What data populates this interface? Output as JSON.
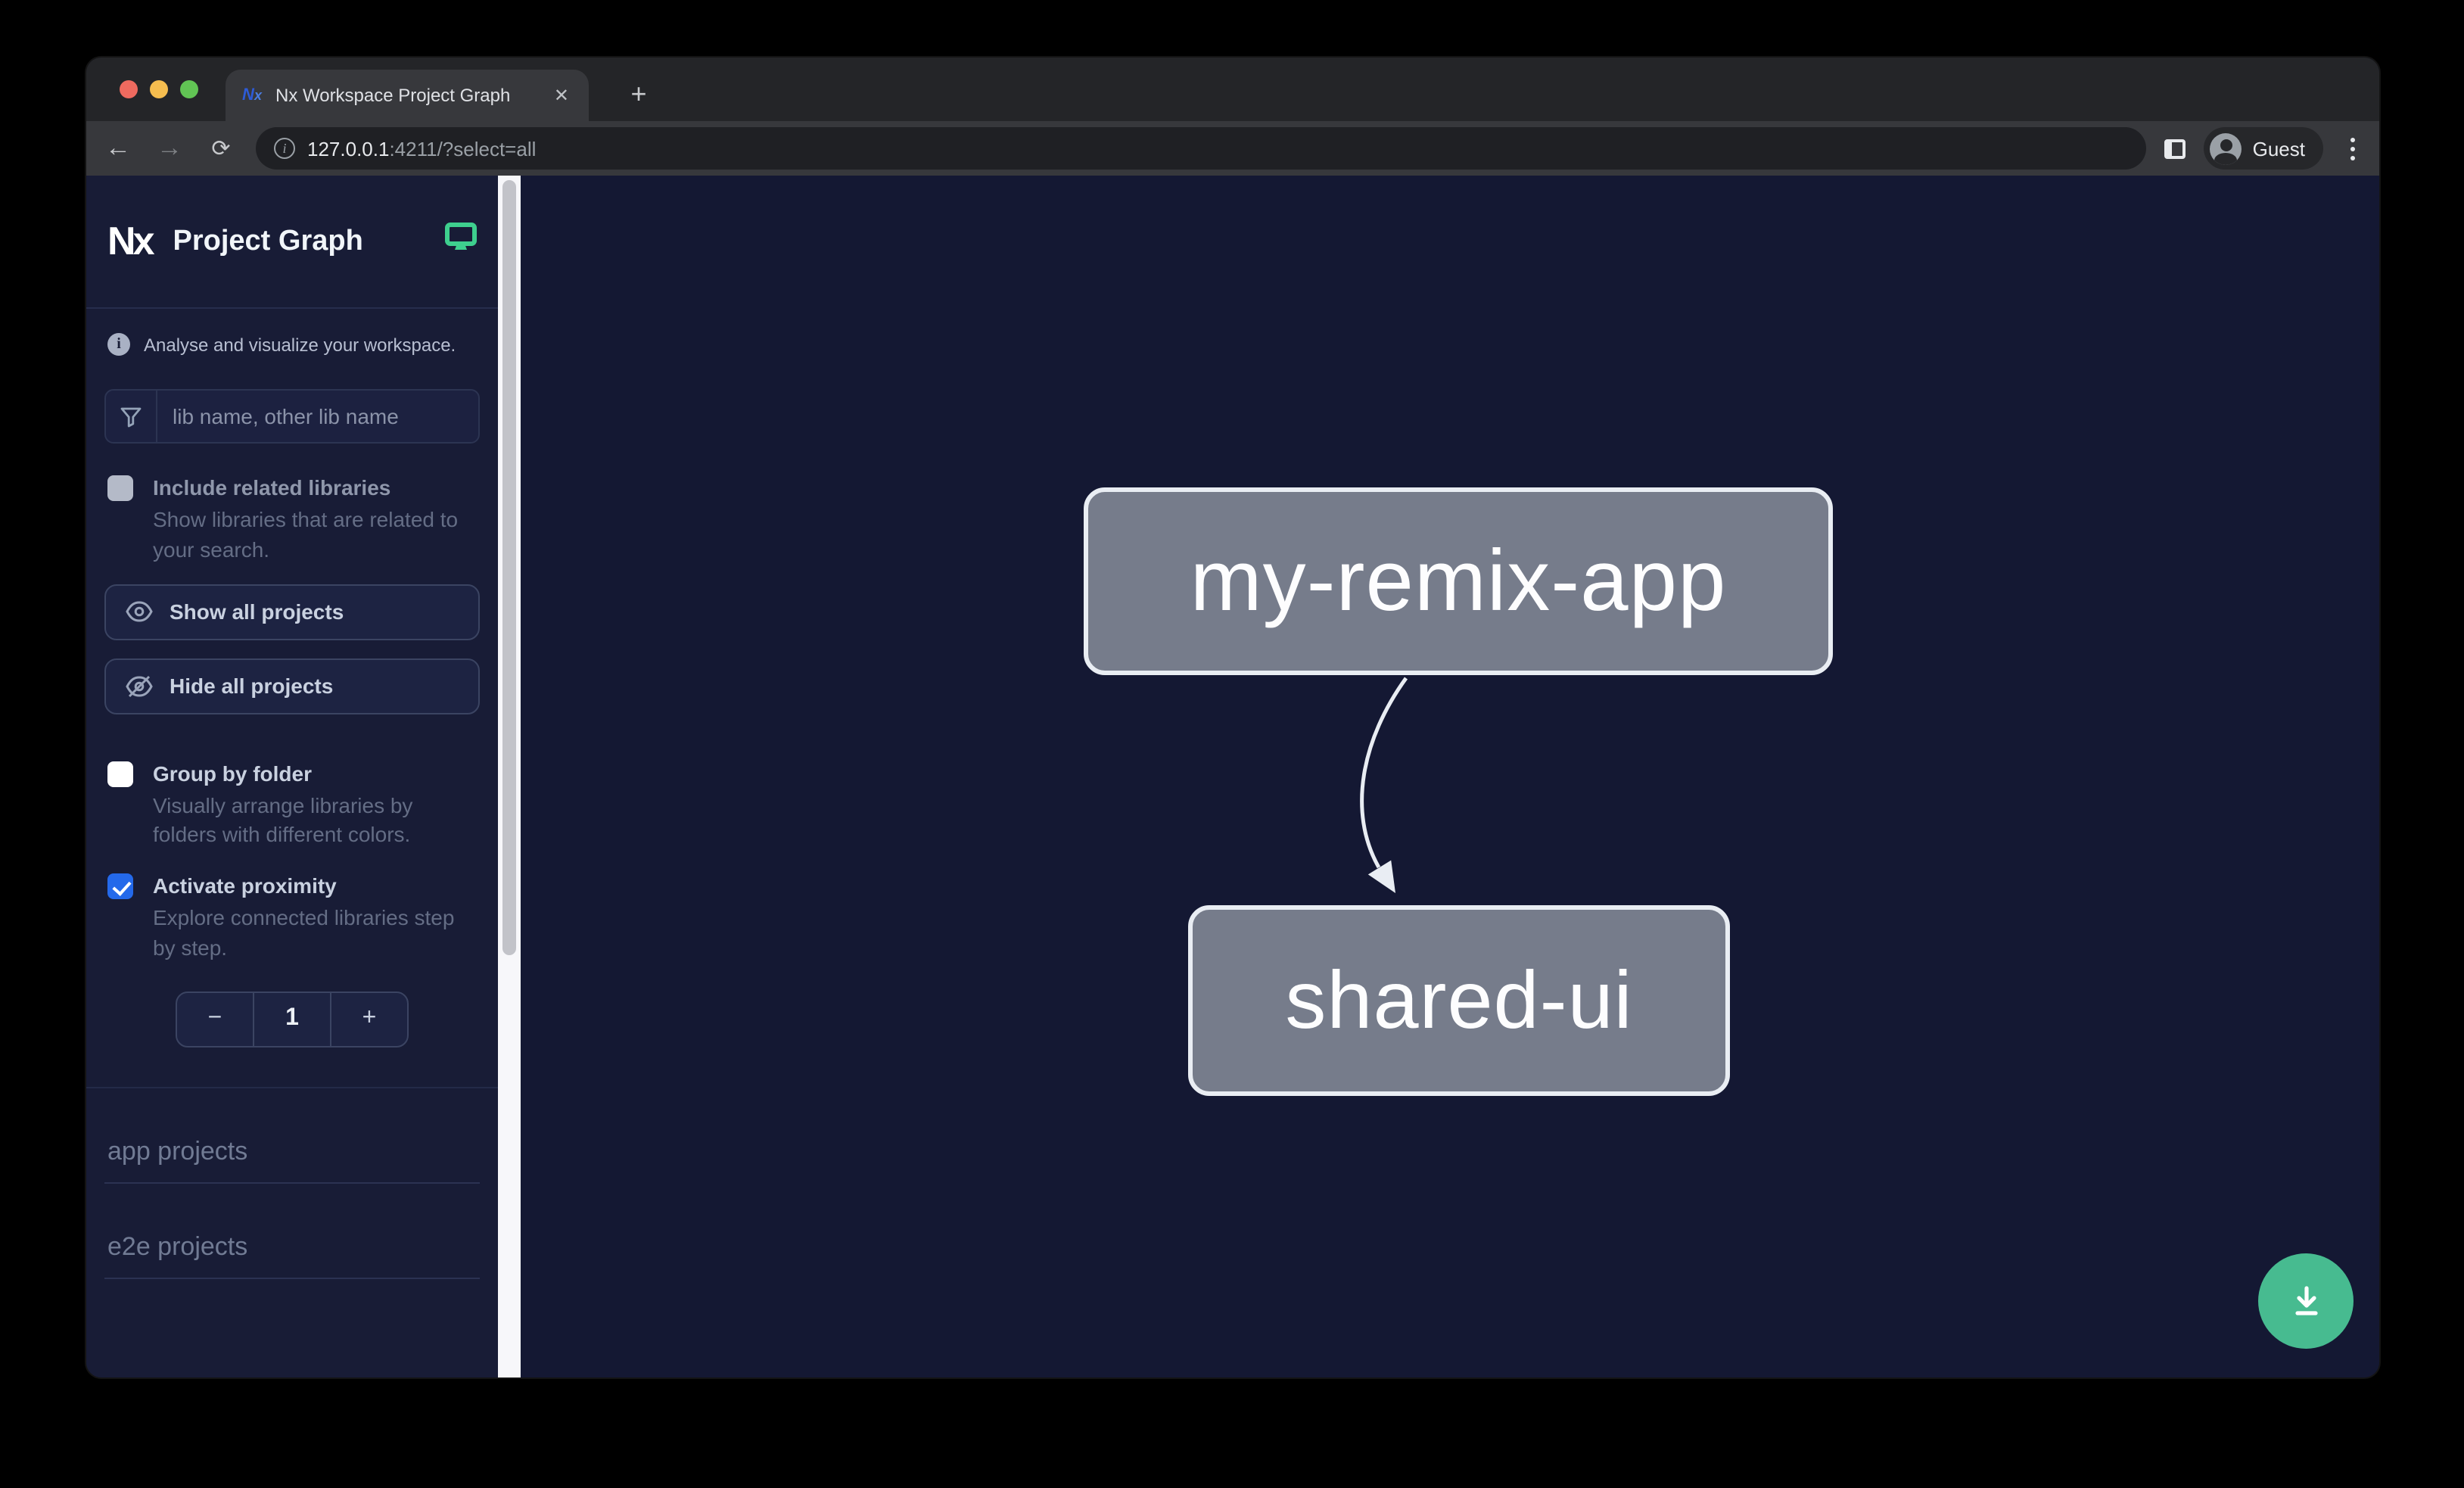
{
  "window": {
    "tab": {
      "title": "Nx Workspace Project Graph",
      "close_glyph": "✕",
      "new_tab_glyph": "+"
    },
    "toolbar": {
      "back_glyph": "←",
      "forward_glyph": "→",
      "reload_glyph": "⟳",
      "url_host": "127.0.0.1",
      "url_rest": ":4211/?select=all",
      "profile_label": "Guest"
    }
  },
  "sidebar": {
    "app_title": "Project Graph",
    "tagline": "Analyse and visualize your workspace.",
    "filter_placeholder": "lib name, other lib name",
    "include_related": {
      "label": "Include related libraries",
      "description": "Show libraries that are related to your search.",
      "checked": false
    },
    "show_all_label": "Show all projects",
    "hide_all_label": "Hide all projects",
    "group_by_folder": {
      "label": "Group by folder",
      "description": "Visually arrange libraries by folders with different colors.",
      "checked": false
    },
    "activate_proximity": {
      "label": "Activate proximity",
      "description": "Explore connected libraries step by step.",
      "checked": true
    },
    "stepper": {
      "decrement_glyph": "−",
      "value": "1",
      "increment_glyph": "+"
    },
    "sections": [
      {
        "label": "app projects"
      },
      {
        "label": "e2e projects"
      }
    ]
  },
  "graph": {
    "nodes": [
      {
        "label": "my-remix-app"
      },
      {
        "label": "shared-ui"
      }
    ],
    "edges": [
      {
        "source": "my-remix-app",
        "target": "shared-ui"
      }
    ]
  },
  "colors": {
    "accent_checkbox": "#2469ea",
    "fab_green": "#47bb90",
    "monitor_teal": "#3ecf8e",
    "node_fill": "#767c8b",
    "node_border": "#e9edf3",
    "canvas_bg": "#141833",
    "sidebar_bg": "#181c36"
  }
}
